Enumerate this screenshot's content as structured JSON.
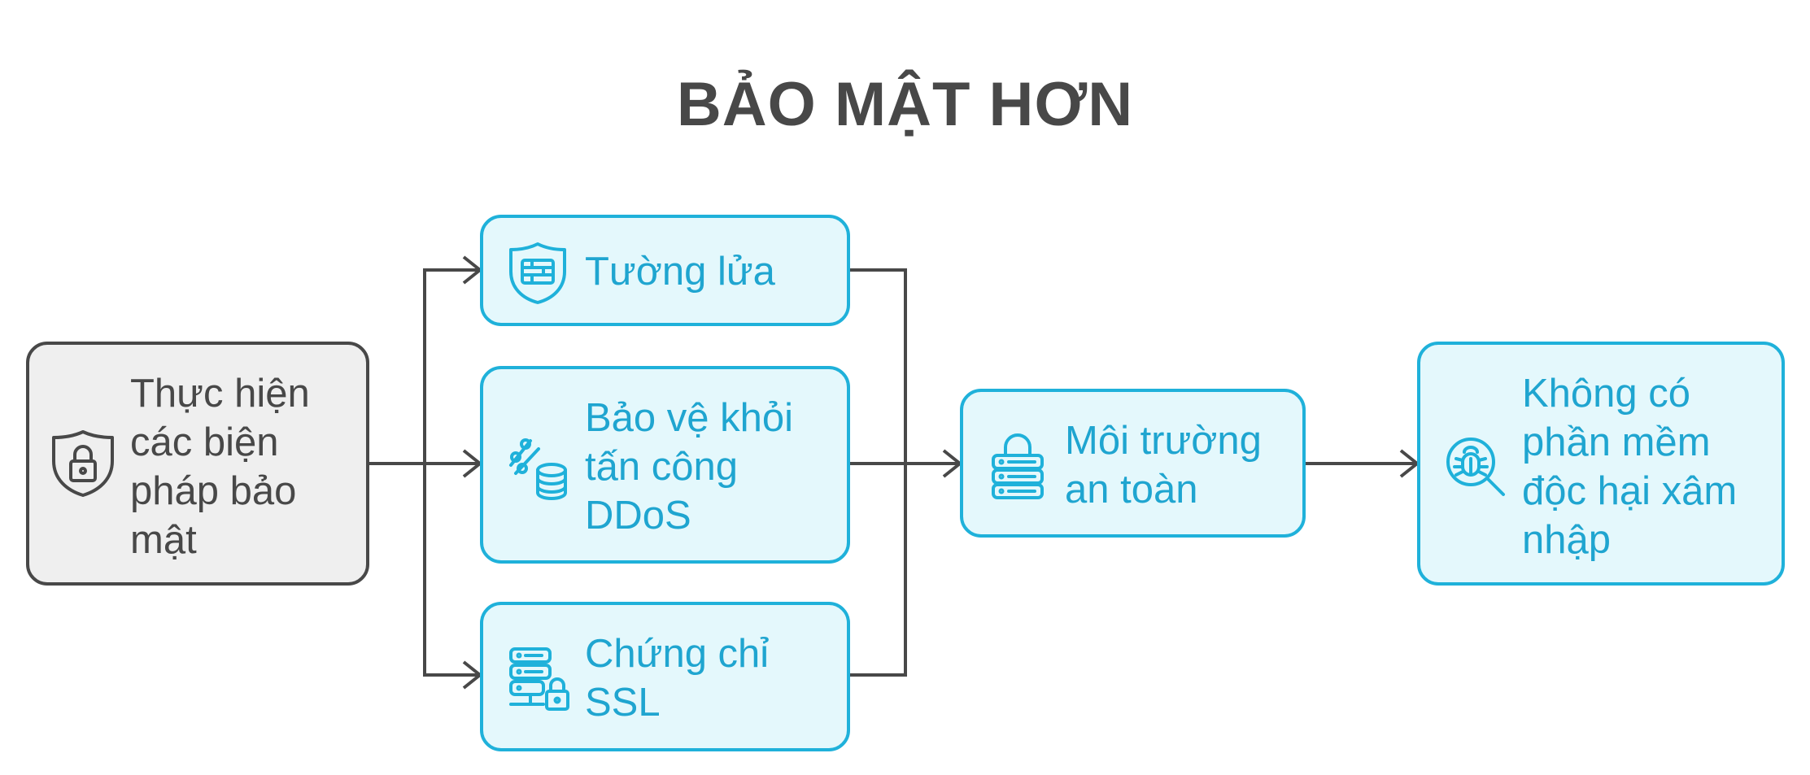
{
  "title": "BẢO MẬT HƠN",
  "colors": {
    "dark": "#484848",
    "accent": "#1fb1da",
    "accent_text": "#1fa5d0",
    "grey_fill": "#efefef",
    "cyan_fill": "#e4f8fc"
  },
  "nodes": {
    "start": {
      "lines": [
        "Thực hiện",
        "các biện",
        "pháp bảo",
        "mật"
      ],
      "icon": "shield-lock-icon"
    },
    "firewall": {
      "lines": [
        "Tường lửa"
      ],
      "icon": "firewall-shield-icon"
    },
    "ddos": {
      "lines": [
        "Bảo vệ khỏi",
        "tấn công",
        "DDoS"
      ],
      "icon": "ddos-database-icon"
    },
    "ssl": {
      "lines": [
        "Chứng chỉ",
        "SSL"
      ],
      "icon": "server-lock-icon"
    },
    "safe_env": {
      "lines": [
        "Môi trường",
        "an toàn"
      ],
      "icon": "lock-server-icon"
    },
    "no_malware": {
      "lines": [
        "Không có",
        "phần mềm",
        "độc hại xâm",
        "nhập"
      ],
      "icon": "bug-search-icon"
    }
  }
}
